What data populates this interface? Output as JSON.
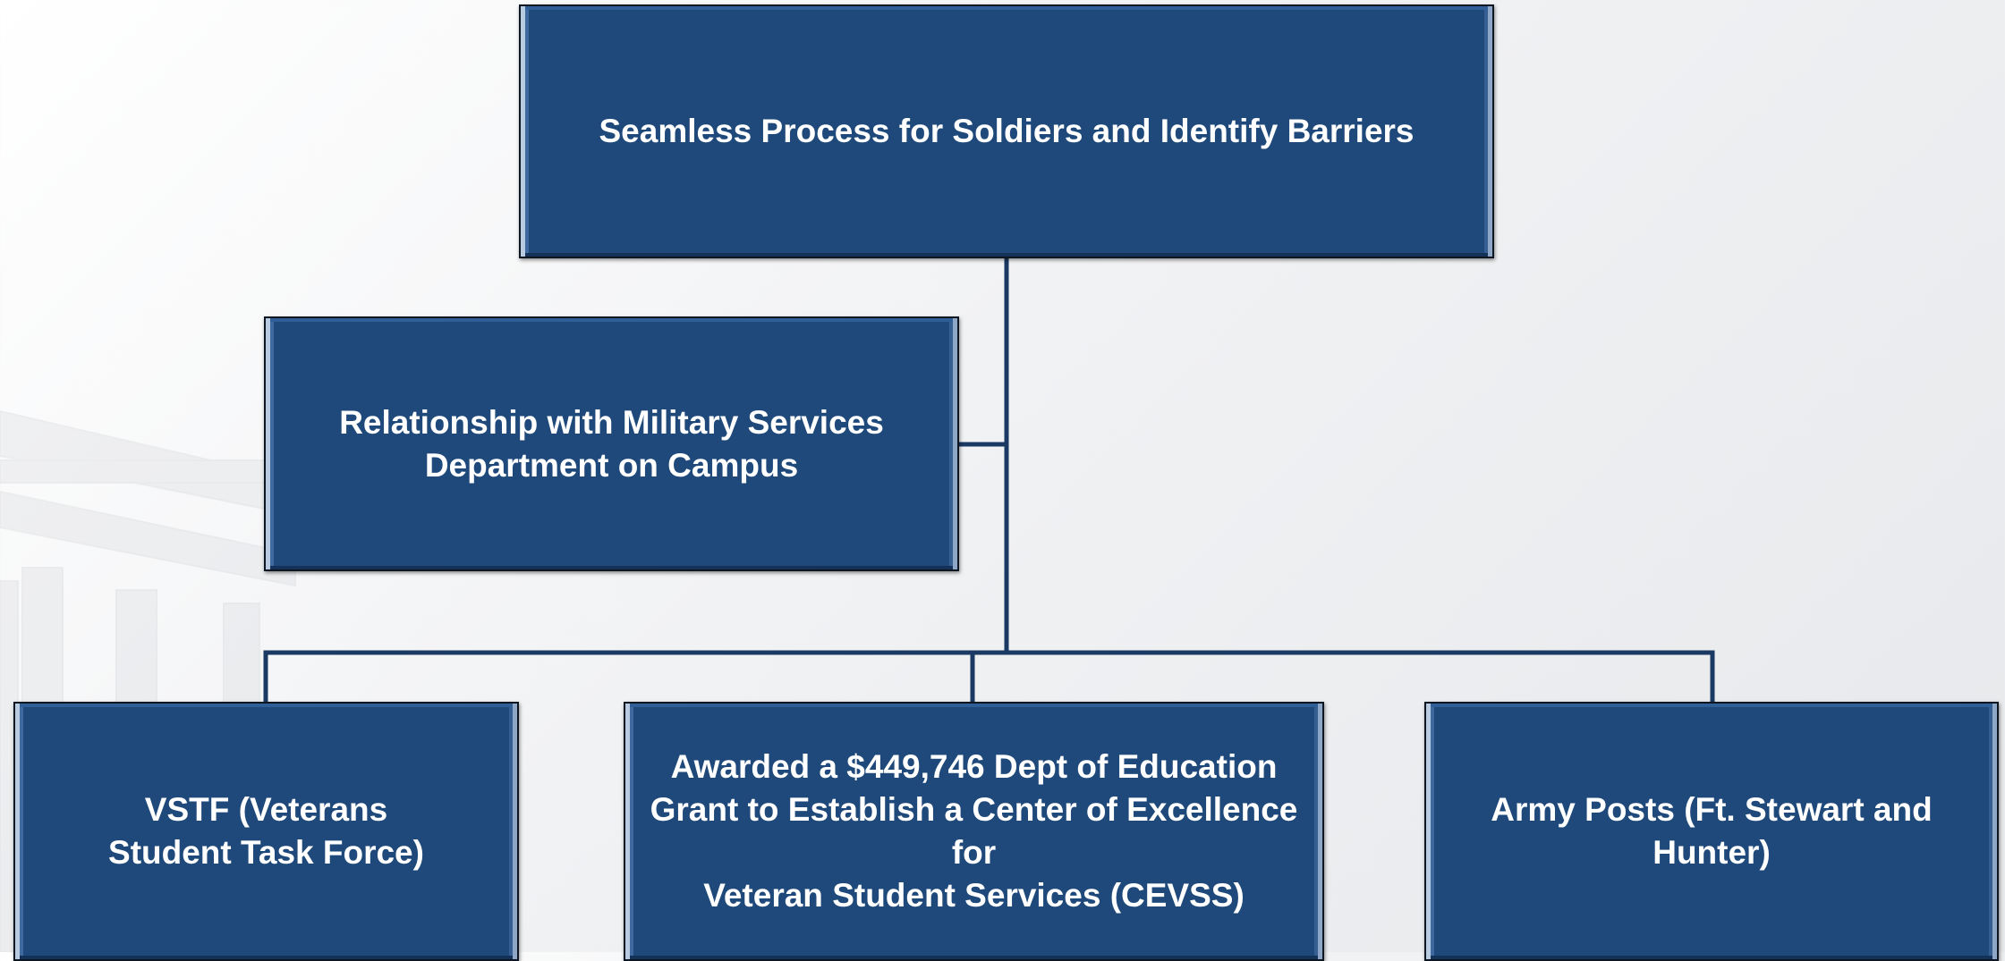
{
  "diagram": {
    "top": {
      "lines": [
        "Seamless Process for Soldiers and Identify Barriers"
      ]
    },
    "middle": {
      "lines": [
        "Relationship with Military Services",
        "Department on Campus"
      ]
    },
    "bottom": [
      {
        "lines": [
          "VSTF (Veterans",
          "Student Task Force)"
        ]
      },
      {
        "lines": [
          "Awarded a $449,746 Dept of Education",
          "Grant to Establish a Center of Excellence for",
          "Veteran Student Services (CEVSS)"
        ]
      },
      {
        "lines": [
          "Army Posts (Ft. Stewart and",
          "Hunter)"
        ]
      }
    ],
    "colors": {
      "box_fill": "#1e497a",
      "connector": "#1a3a63",
      "text": "#ffffff"
    }
  }
}
